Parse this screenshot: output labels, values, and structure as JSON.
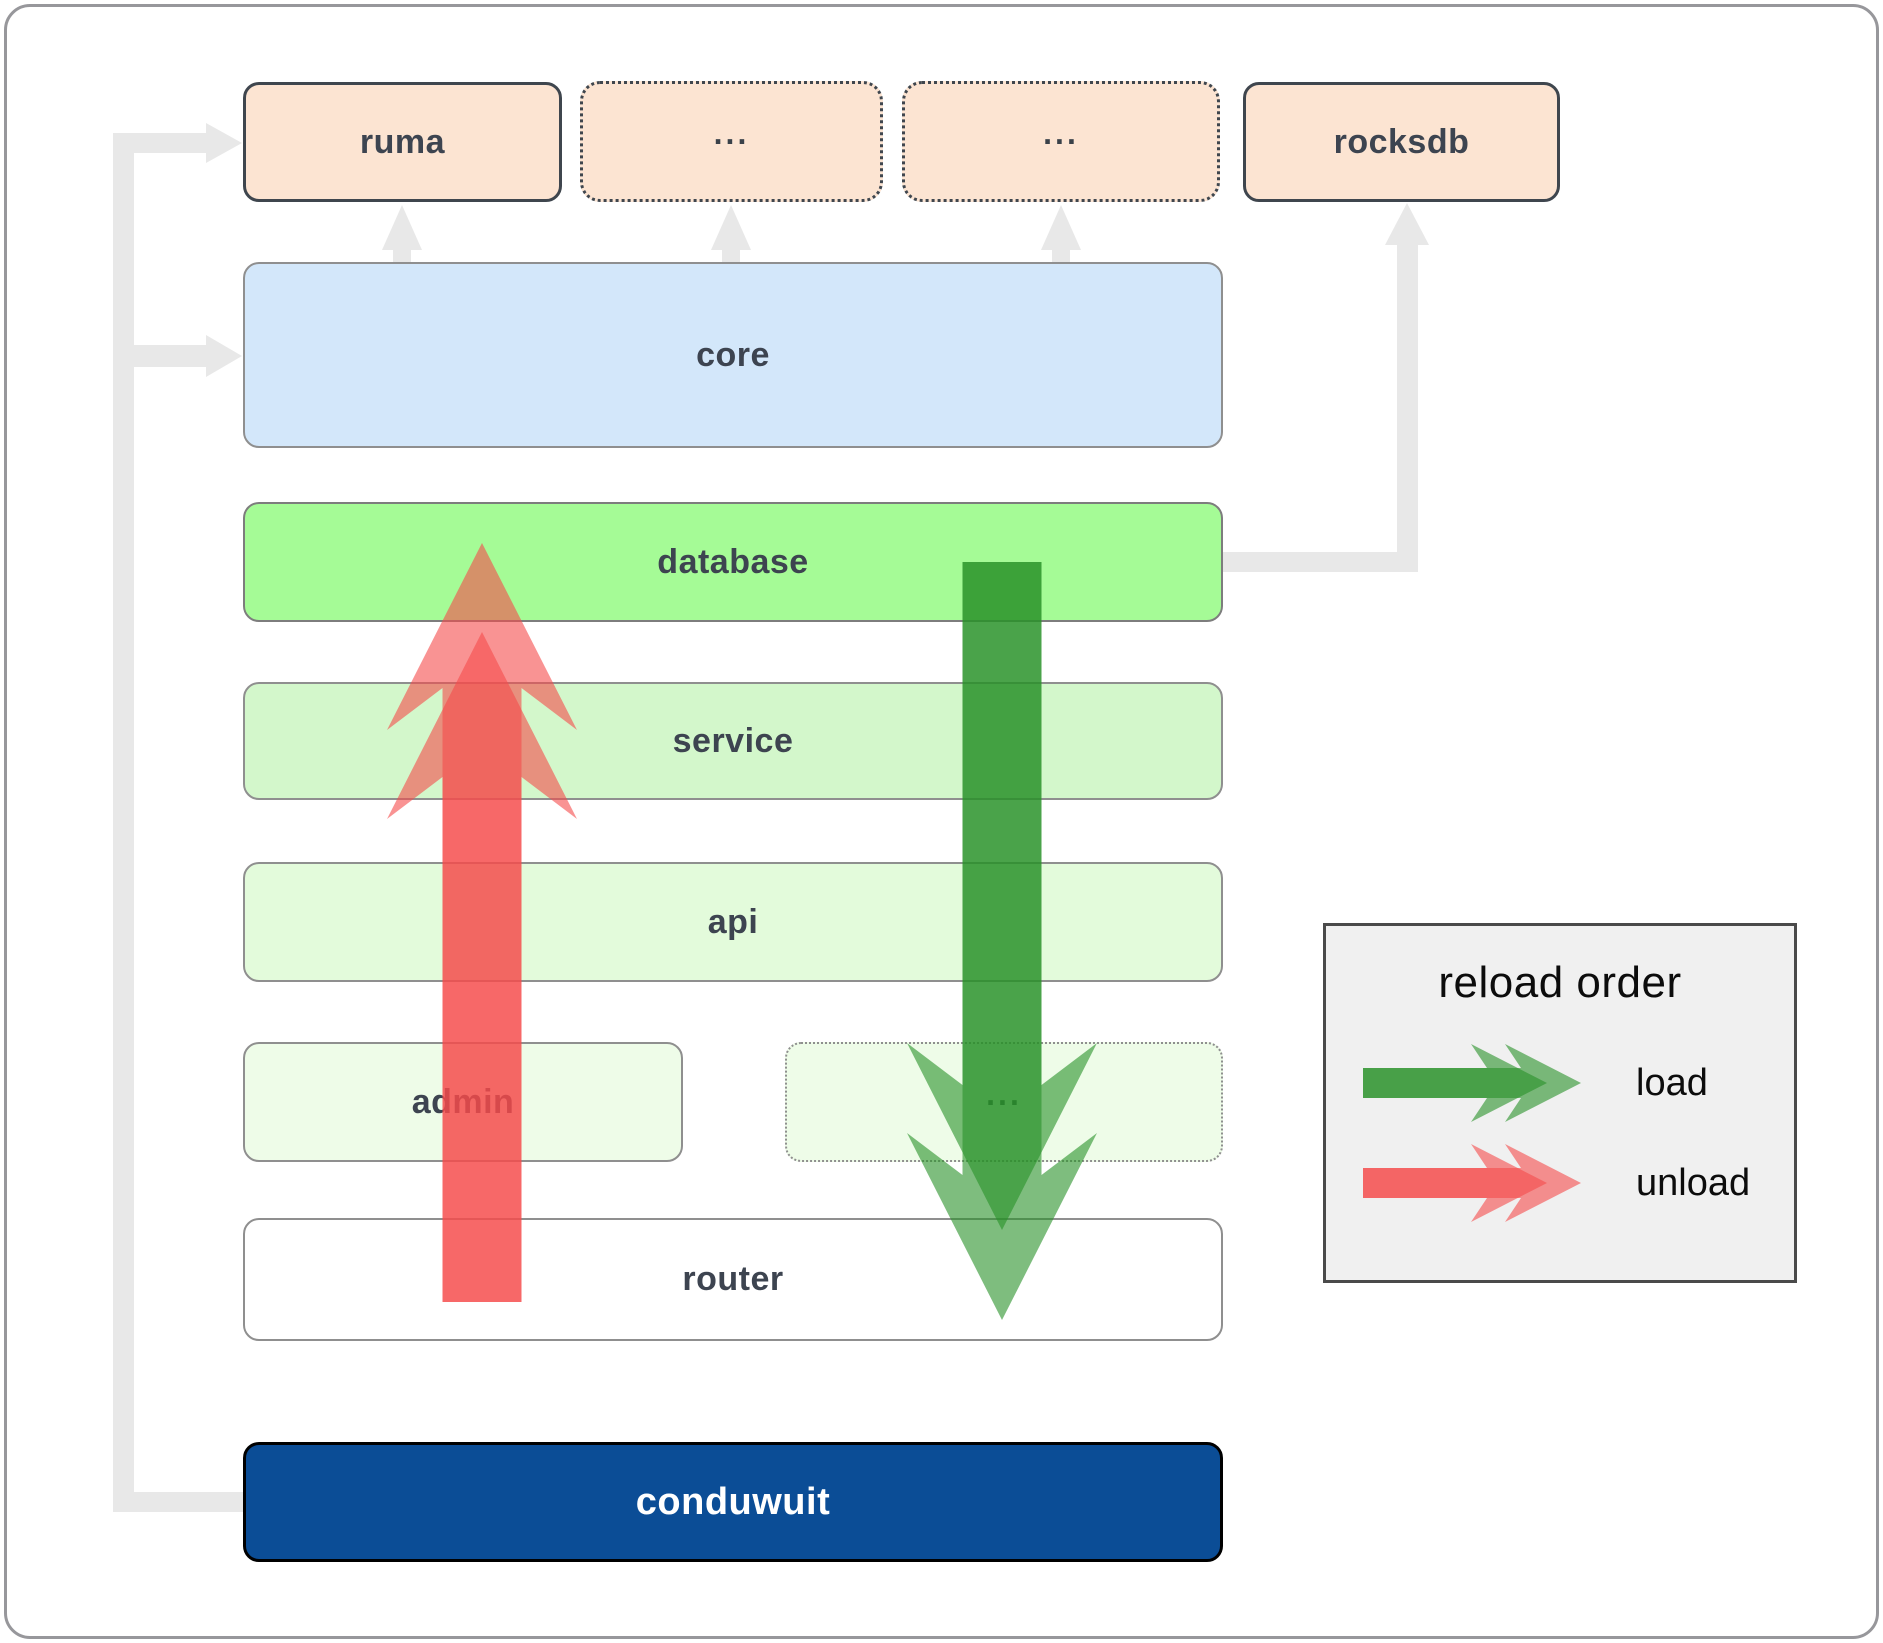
{
  "diagram": {
    "boxes": {
      "ruma": "ruma",
      "crates_more_1": "...",
      "crates_more_2": "...",
      "rocksdb": "rocksdb",
      "core": "core",
      "database": "database",
      "service": "service",
      "api": "api",
      "admin": "admin",
      "admin_more": "...",
      "router": "router",
      "conduwuit": "conduwuit"
    },
    "legend": {
      "title": "reload order",
      "load_label": "load",
      "unload_label": "unload"
    },
    "colors": {
      "load_arrow": "#289128",
      "unload_arrow": "#f54b4b",
      "peach_fill": "#fce4d2",
      "core_fill": "#d3e7fa",
      "database_fill": "#a5fb96",
      "service_fill": "#d3f7cb",
      "api_fill": "#e3fbdb",
      "admin_fill": "#eefce8",
      "conduwuit_fill": "#0b4d96",
      "connector_gray": "#e8e8e8"
    }
  }
}
